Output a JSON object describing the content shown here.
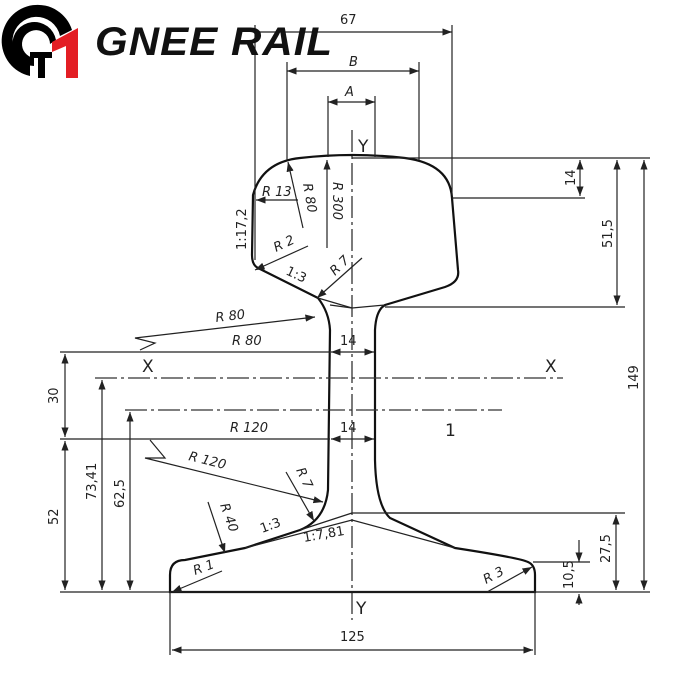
{
  "brand": {
    "name": "GNEE RAIL",
    "logo_colors": {
      "ring": "#000000",
      "accent": "#e31e24"
    }
  },
  "axes": {
    "y_top": "Y",
    "y_bottom": "Y",
    "x_left": "X",
    "x_right": "X",
    "neutral_label": "1"
  },
  "dimensions": {
    "top_width": "67",
    "b": "B",
    "a": "A",
    "head_14": "14",
    "head_height": "51,5",
    "total_height": "149",
    "web_14_upper": "14",
    "web_14_lower": "14",
    "left_30": "30",
    "left_52": "52",
    "left_73_41": "73,41",
    "left_62_5": "62,5",
    "foot_27_5": "27,5",
    "foot_10_5": "10,5",
    "base_width": "125"
  },
  "radii": {
    "r13": "R 13",
    "r80_head": "R 80",
    "r300": "R 300",
    "r2": "R 2",
    "r7_head": "R 7",
    "r80_web_a": "R 80",
    "r80_web_b": "R 80",
    "r120_a": "R 120",
    "r120_b": "R 120",
    "r7_foot": "R 7",
    "r40": "R 40",
    "r1": "R 1",
    "r3": "R 3"
  },
  "slopes": {
    "head_side": "1:17,2",
    "head_under": "1:3",
    "foot_top": "1:3",
    "foot_inner": "1:7,81"
  }
}
